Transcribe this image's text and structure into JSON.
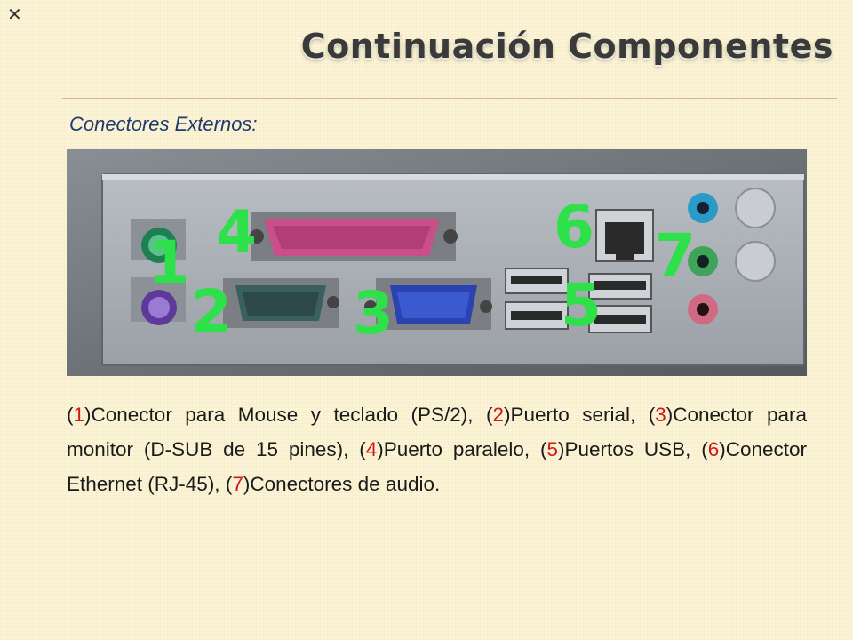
{
  "slide_title": "Continuación Componentes",
  "section_label": "Conectores Externos:",
  "photo_labels": [
    "1",
    "2",
    "3",
    "4",
    "5",
    "6",
    "7"
  ],
  "description": [
    {
      "num": "1",
      "text": "Conector para Mouse y teclado (PS/2), "
    },
    {
      "num": "2",
      "text": "Puerto serial, "
    },
    {
      "num": "3",
      "text": "Conector para monitor (D-SUB de 15 pines), "
    },
    {
      "num": "4",
      "text": "Puerto paralelo, "
    },
    {
      "num": "5",
      "text": "Puertos USB, "
    },
    {
      "num": "6",
      "text": "Conector Ethernet (RJ-45), "
    },
    {
      "num": "7",
      "text": "Conectores de audio."
    }
  ],
  "colors": {
    "label_green": "#2ee04a",
    "number_red": "#d01818",
    "subtitle_blue": "#1f3a6e"
  }
}
